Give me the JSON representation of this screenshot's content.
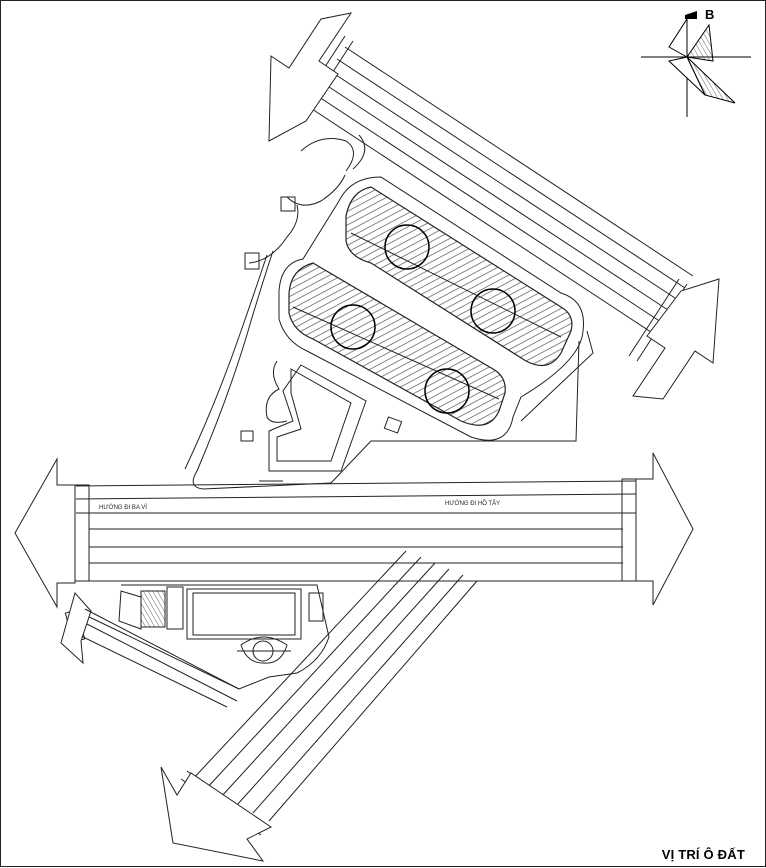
{
  "title": "VỊ TRÍ Ô ĐẤT",
  "north_label": "B",
  "roads": {
    "west_label": "HƯỚNG ĐI BA VÌ",
    "east_label": "HƯỚNG ĐI HỒ TÂY"
  },
  "colors": {
    "line": "#222222",
    "hatch": "#555555",
    "background": "#ffffff"
  },
  "icons": [
    "north-arrow-icon",
    "direction-arrow-icon",
    "parking-circle-icon"
  ]
}
